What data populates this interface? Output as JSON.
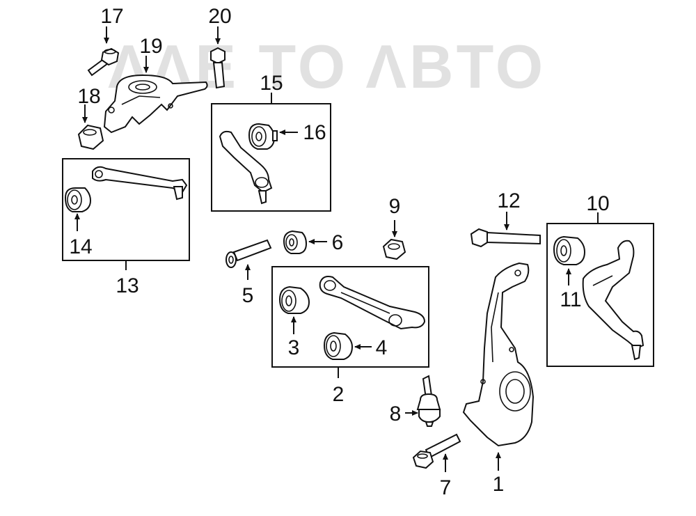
{
  "watermark": {
    "text": "ΛΛΕ ΤΟ ΛΒΤΟ",
    "color": "#c9c9c9"
  },
  "diagram": {
    "callouts": {
      "c1": "1",
      "c2": "2",
      "c3": "3",
      "c4": "4",
      "c5": "5",
      "c6": "6",
      "c7": "7",
      "c8": "8",
      "c9": "9",
      "c10": "10",
      "c11": "11",
      "c12": "12",
      "c13": "13",
      "c14": "14",
      "c15": "15",
      "c16": "16",
      "c17": "17",
      "c18": "18",
      "c19": "19",
      "c20": "20"
    },
    "parts": [
      {
        "id": "1",
        "kind": "steering-knuckle"
      },
      {
        "id": "2",
        "kind": "control-arm-assembly"
      },
      {
        "id": "3",
        "kind": "bushing"
      },
      {
        "id": "4",
        "kind": "bushing"
      },
      {
        "id": "5",
        "kind": "bolt"
      },
      {
        "id": "6",
        "kind": "bushing"
      },
      {
        "id": "7",
        "kind": "bolt"
      },
      {
        "id": "8",
        "kind": "ball-joint"
      },
      {
        "id": "9",
        "kind": "nut"
      },
      {
        "id": "10",
        "kind": "control-arm-assembly"
      },
      {
        "id": "11",
        "kind": "bushing"
      },
      {
        "id": "12",
        "kind": "bolt"
      },
      {
        "id": "13",
        "kind": "control-arm-assembly"
      },
      {
        "id": "14",
        "kind": "bushing"
      },
      {
        "id": "15",
        "kind": "control-arm-assembly"
      },
      {
        "id": "16",
        "kind": "bushing"
      },
      {
        "id": "17",
        "kind": "bolt"
      },
      {
        "id": "18",
        "kind": "nut"
      },
      {
        "id": "19",
        "kind": "bracket"
      },
      {
        "id": "20",
        "kind": "bolt"
      }
    ]
  }
}
